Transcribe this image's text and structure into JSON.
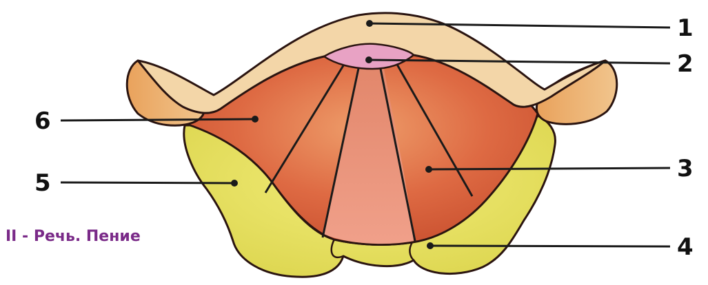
{
  "caption": "II - Речь. Пение",
  "labels": {
    "n1": "1",
    "n2": "2",
    "n3": "3",
    "n4": "4",
    "n5": "5",
    "n6": "6"
  },
  "colors": {
    "cartilage_fill": "#f3d6a8",
    "cartilage_inner": "#e8a86a",
    "muscle_fill": "#d9603c",
    "muscle_light": "#ec9560",
    "center_fill": "#e48a6c",
    "pink_spot": "#e8a2c4",
    "yellow_fill": "#e9e45f",
    "outline": "#2a1410",
    "caption": "#7a2a88"
  }
}
